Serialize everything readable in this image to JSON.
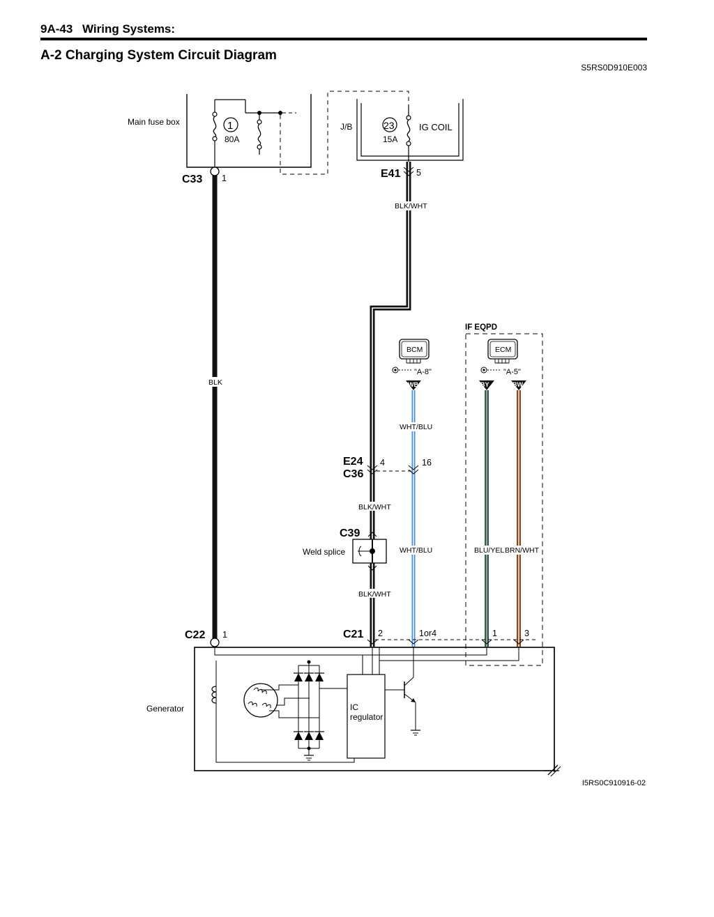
{
  "header": {
    "page_number": "9A-43",
    "section": "Wiring Systems:"
  },
  "title": "A-2 Charging System Circuit Diagram",
  "doc_code": "S5RS0D910E003",
  "figure_code": "I5RS0C910916-02",
  "fuse_box": {
    "label": "Main fuse box",
    "fuse_number": "1",
    "fuse_rating": "80A"
  },
  "junction_block": {
    "label": "J/B",
    "fuse_number": "23",
    "fuse_rating": "15A",
    "circuit": "IG COIL"
  },
  "connectors": {
    "c33": "C33",
    "c33_pin": "1",
    "e41": "E41",
    "e41_pin": "5",
    "e24": "E24",
    "e24_pin_a": "4",
    "c36": "C36",
    "c36_pin_b": "16",
    "c39": "C39",
    "c22": "C22",
    "c22_pin": "1",
    "c21": "C21",
    "c21_pin_a": "2",
    "c21_pin_b": "1or4",
    "c21_pin_c": "1",
    "c21_pin_d": "3"
  },
  "wires": {
    "blk": "BLK",
    "blk_wht_1": "BLK/WHT",
    "blk_wht_2": "BLK/WHT",
    "blk_wht_3": "BLK/WHT",
    "wht_blu_1": "WHT/BLU",
    "wht_blu_2": "WHT/BLU",
    "blu_yel": "BLU/YEL",
    "brn_wht": "BRN/WHT"
  },
  "modules": {
    "bcm": "BCM",
    "bcm_ref": "\"A-8\"",
    "bcm_tag": "WB",
    "ecm": "ECM",
    "ecm_ref": "\"A-5\"",
    "ecm_tag_a": "BY",
    "ecm_tag_b": "BW",
    "option_label": "IF EQPD"
  },
  "weld_splice": "Weld splice",
  "generator": {
    "label": "Generator",
    "regulator_line1": "IC",
    "regulator_line2": "regulator"
  },
  "colors": {
    "blk": "#111111",
    "wht_blu": "#4a90d9",
    "blu_yel": "#1f4fa0",
    "yel": "#d9c21a",
    "brn": "#8b4513",
    "grn": "#1a8a2a"
  }
}
